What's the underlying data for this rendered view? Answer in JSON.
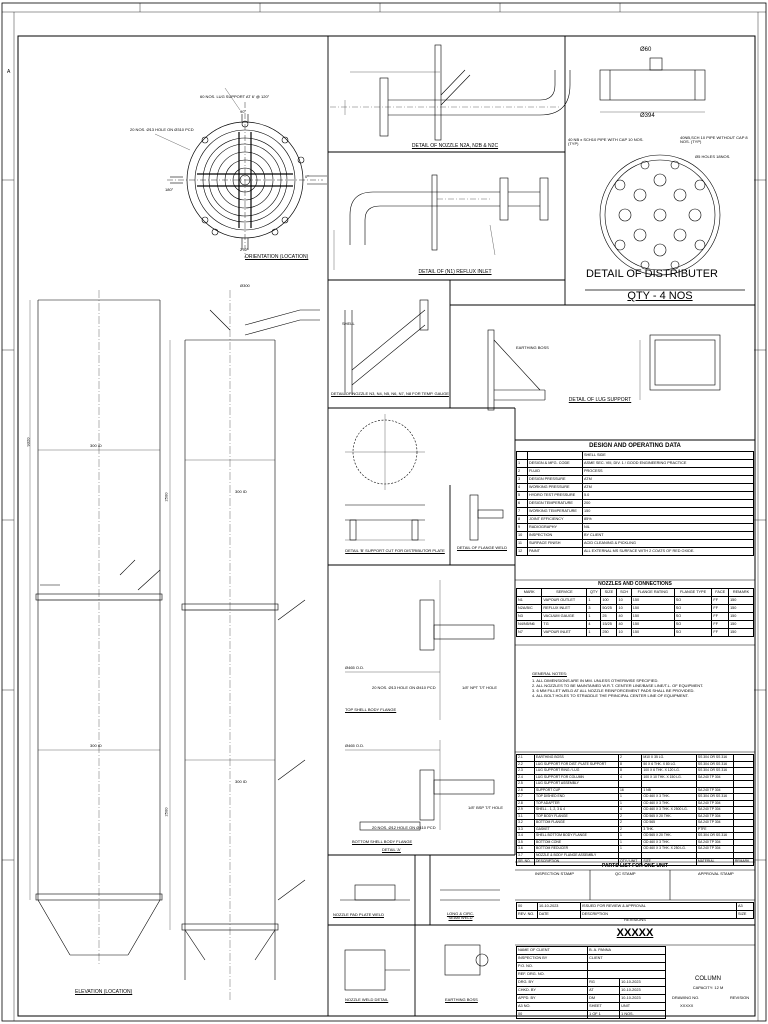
{
  "distributor": {
    "title": "DETAIL OF DISTRIBUTER",
    "qty": "QTY - 4 NOS",
    "dia_top": "Ø60",
    "dia_bottom": "Ø394",
    "note1": "40 NB x SCH10 PIPE WITH CAP 10 NOS. (TYP)",
    "note2": "40NB,SCH 10 PIPE WITHOUT CAP 8 NOS. (TYP)",
    "note3": "Ø5 HOLES 18NOS."
  },
  "views": {
    "orientation": "ORIENTATION (LOCATION)",
    "nozzle_n2a": "DETAIL OF NOZZLE N2A, N2B & N2C",
    "reflux_inlet": "DETAIL OF (N1) REFLUX INLET",
    "nozzle_temp": "DETAIL OF NOZZLE N3, N4, N5, N6, N7, N8 FOR TEMP. GAUGE",
    "lug_support": "DETAIL OF LUG SUPPORT",
    "detail_b": "DETAIL 'B' SUPPORT CUT FOR DISTRIBUTOR PLATE",
    "flange_weld": "DETAIL OF FLANGE WELD",
    "top_flange": "TOP SHELL BODY FLANGE",
    "bottom_flange": "BOTTOM SHELL BODY FLANGE",
    "detail_a": "DETAIL 'A'",
    "pad_weld": "NOZZLE PAD PLATE WELD",
    "long_seam": "LONG & CIRC. SEAM WELD",
    "nozzle_weld": "NOZZLE WELD DETAIL",
    "earthing_boss": "EARTHING BOSS",
    "elevation": "ELEVATION (LOCATION)",
    "shell_label": "SHELL",
    "earthing_label": "EARTHING BOSS",
    "bolt_note": "20 NOS. Ø13 HOLE ON Ø310 PCD",
    "lug_note": "60 NOS. LUG SUPPORT AT 6' @ 120°",
    "pipe_thk": "1/8\" NPT T/T HOLE",
    "pipe_thk2": "1/8\" BSP T/T HOLE",
    "top_od": "Ø465 O.D.",
    "bot_od": "Ø465 O.D.",
    "top_bolt": "20 NOS. Ø13 HOLE ON Ø410 PCD",
    "bot_bolt": "20 NOS. Ø12 HOLE ON Ø410 PCD"
  },
  "design": {
    "title": "DESIGN AND OPERATING DATA",
    "col_header": "SHELL SIDE",
    "rows": [
      [
        "1",
        "DESIGN & MFG. CODE",
        "ASME SEC. VIII, DIV. 1 / GOOD ENGINEERING PRACTICE"
      ],
      [
        "2",
        "FLUID",
        "PROCESS"
      ],
      [
        "3",
        "DESIGN PRESSURE",
        "ATM"
      ],
      [
        "4",
        "WORKING PRESSURE",
        "ATM"
      ],
      [
        "5",
        "HYDRO TEST PRESSURE",
        "5.0"
      ],
      [
        "6",
        "DESIGN TEMPERATURE",
        "200"
      ],
      [
        "7",
        "WORKING TEMPERATURE",
        "150"
      ],
      [
        "8",
        "JOINT EFFICIENCY",
        "85%"
      ],
      [
        "9",
        "RADIOGRAPHY",
        "NIL"
      ],
      [
        "10",
        "INSPECTION",
        "BY CLIENT"
      ],
      [
        "11",
        "SURFACE FINISH",
        "ACID CLEANING & PICKLING"
      ],
      [
        "12",
        "PAINT",
        "ALL EXTERNAL MS SURFACE WITH 2 COATS OF RED OXIDE."
      ]
    ]
  },
  "nozzles": {
    "title": "NOZZLES AND CONNECTIONS",
    "headers": [
      "MARK",
      "SERVICE",
      "QTY",
      "SIZE",
      "SCH",
      "FLANGE RATING",
      "FLANGE TYPE",
      "FACE",
      "REMARK"
    ],
    "rows": [
      [
        "N1",
        "VAPOUR OUTLET",
        "1",
        "100",
        "10",
        "150",
        "SO",
        "FF",
        "150"
      ],
      [
        "N2A/B/C",
        "REFLUX INLET",
        "3",
        "50/25",
        "10",
        "150",
        "SO",
        "FF",
        "150"
      ],
      [
        "N3",
        "VACUUM GAUGE",
        "1",
        "25",
        "40",
        "150",
        "SO",
        "FF",
        "150"
      ],
      [
        "N4/N5/N6",
        "TG",
        "4",
        "15/25",
        "40",
        "150",
        "SO",
        "FF",
        "150"
      ],
      [
        "N7",
        "VAPOUR INLET",
        "1",
        "250",
        "10",
        "150",
        "SO",
        "FF",
        "150"
      ]
    ]
  },
  "notes": {
    "title": "GENERAL NOTES:",
    "items": [
      "1. ALL DIMENSIONS ARE IN MM. UNLESS OTHERWISE SPECIFIED.",
      "2. ALL NOZZLES TO BE MAINTAINED W.R.T. CENTER LINE/BASE LINE/T.L. OF EQUIPMENT.",
      "3. 6 MM FILLET WELD AT ALL NOZZLE REINFORCEMENT PADS SHALL BE PROVIDED.",
      "4. ALL BOLT HOLES TO STRADDLE THE PRINCIPAL CENTER LINE OF EQUIPMENT."
    ]
  },
  "parts": {
    "title": "PARTS LIST FOR ONE UNIT",
    "headers": [
      "SR. NO.",
      "DESCRIPTION",
      "QTY./ UNIT",
      "SIZE",
      "MATERIAL",
      "REMARK"
    ],
    "rows": [
      [
        "2.1",
        "EARTHING BOSS",
        "2",
        "M10 X 35 LG.",
        "SS 304 OR SS 316",
        ""
      ],
      [
        "2.2",
        "LUG SUPPORT FOR DIST. PLATE SUPPORT",
        "8",
        "50 X 6 THK. X 80 LG.",
        "SS 304 OR SS 316",
        ""
      ],
      [
        "2.3",
        "LUG SUPPORT RING / LUG",
        "8",
        "100 X 6 THK. X 120 LG.",
        "SS 304 OR SS 316",
        ""
      ],
      [
        "2.4",
        "LUG SUPPORT FOR COLUMN",
        "4",
        "100 X 10 THK. X 150 LG.",
        "SA 240 TP 304",
        ""
      ],
      [
        "2.5",
        "LUG SUPPORT ASSEMBLY",
        "",
        "",
        "",
        ""
      ],
      [
        "2.6",
        "SUPPORT CUP",
        "16",
        "1 NB",
        "SA 240 TP 304",
        ""
      ],
      [
        "2.7",
        "TOP DISHED END",
        "1",
        "OD 460 X 3 THK.",
        "SS 304 OR SS 316",
        ""
      ],
      [
        "2.8",
        "TOP ADAPTER",
        "1",
        "OD 460 X 3 THK.",
        "SA 240 TP 304",
        ""
      ],
      [
        "2.9",
        "SHELL - 1, 2, 3 & 4",
        "4",
        "OD 460 X 3 THK. X 2500 LG.",
        "SA 240 TP 304",
        ""
      ],
      [
        "3.1",
        "TOP BODY FLANGE",
        "2",
        "OD 565 X 20 THK.",
        "SA 240 TP 304",
        ""
      ],
      [
        "3.2",
        "BOTTOM FLANGE",
        "2",
        "OD 565",
        "SA 240 TP 304",
        ""
      ],
      [
        "3.3",
        "GASKET",
        "2",
        "3 THK.",
        "PTFE",
        ""
      ],
      [
        "3.4",
        "SHELL BOTTOM BODY FLANGE",
        "1",
        "OD 565 X 20 THK.",
        "SS 304 OR SS 316",
        ""
      ],
      [
        "3.5",
        "BOTTOM CONE",
        "1",
        "OD 460 X 3 THK.",
        "SA 240 TP 304",
        ""
      ],
      [
        "3.6",
        "BOTTOM REDUCER",
        "1",
        "OD 460 X 3 THK. X 250 LG.",
        "SA 240 TP 304",
        ""
      ],
      [
        "3.7",
        "NOZZLE & BODY FLANGE ASSEMBLY",
        "",
        "",
        "",
        ""
      ]
    ]
  },
  "title_block": {
    "stamps": [
      "INSPECTION STAMP",
      "QC STAMP",
      "APPROVAL STAMP"
    ],
    "rev_row": [
      "00",
      "10-10-2023",
      "ISSUED FOR REVIEW & APPROVAL",
      "A3"
    ],
    "rev_head": [
      "REV. NO.",
      "DATE",
      "DESCRIPTION",
      "SIZE"
    ],
    "revisions": "REVISIONS",
    "drawing_code": "XXXXX",
    "client_rows": [
      [
        "NAME OF CLIENT",
        "B. A. PANNA"
      ],
      [
        "INSPECTION BY",
        "CLIENT"
      ],
      [
        "P.O. NO.",
        ""
      ],
      [
        "REF. DRG. NO.",
        ""
      ]
    ],
    "sign_rows": [
      [
        "DRG. BY",
        "RG",
        "10-10-2023"
      ],
      [
        "CHKD. BY",
        "AT",
        "10-10-2023"
      ],
      [
        "APPD. BY",
        "DM",
        "10-10-2023"
      ]
    ],
    "equipment": "COLUMN",
    "capacity": "CAPACITY: 12 M",
    "drawing_no_label": "DRAWING NO.",
    "revision_label": "REVISION",
    "drawing_no": "XXXXX",
    "footer": [
      "A3 NO.",
      "SHEET",
      "UNIT",
      "00",
      "1 OF 1",
      "1 NOS."
    ]
  },
  "dims": {
    "elev_total": "9320",
    "shell1": "2500",
    "shell2": "2500",
    "id_label": "300 ID",
    "flange_od": "Ø300",
    "angle_180": "180°",
    "angle_0": "0°",
    "angle_270": "270°",
    "angle_90": "90°"
  }
}
